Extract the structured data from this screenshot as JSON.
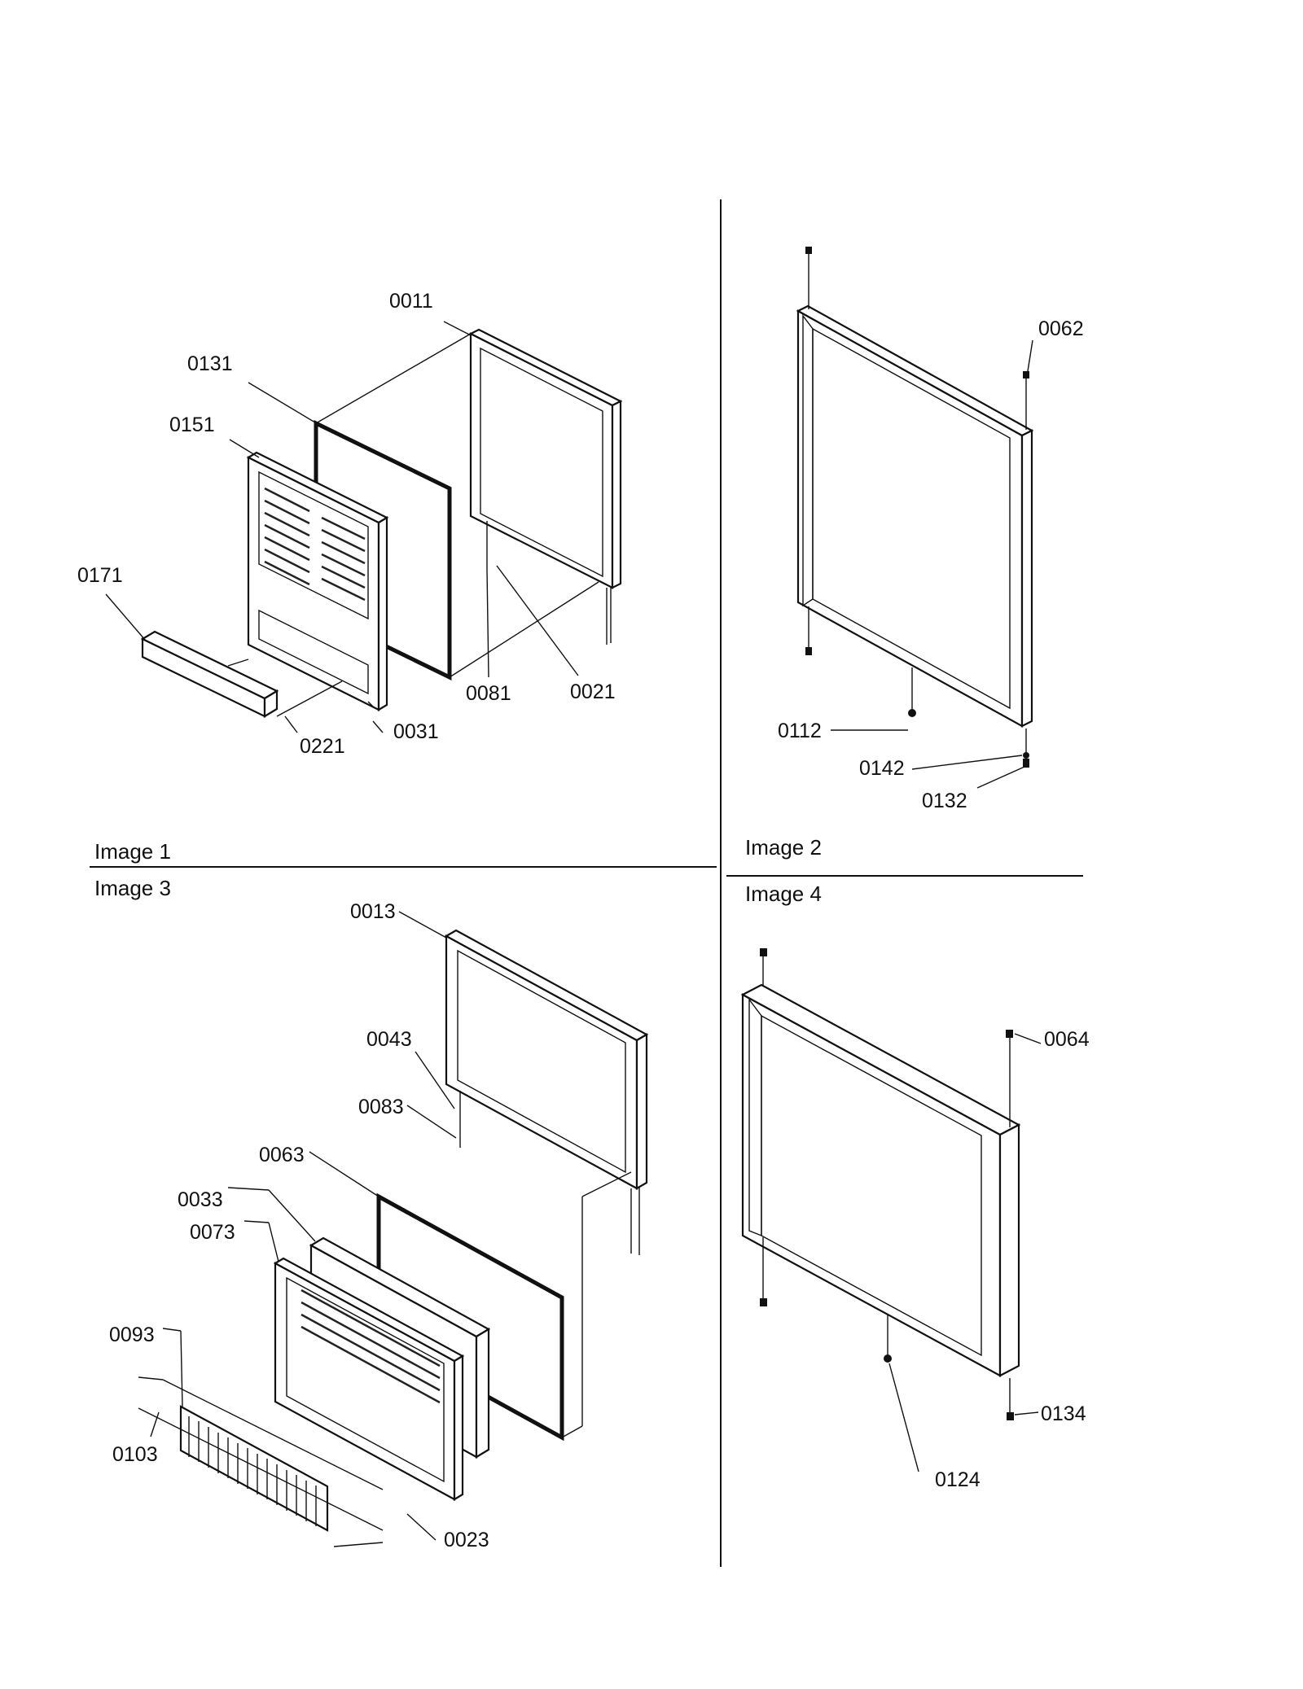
{
  "panels": [
    {
      "caption": "Image 1",
      "parts": [
        "0011",
        "0131",
        "0151",
        "0171",
        "0081",
        "0021",
        "0031",
        "0221"
      ]
    },
    {
      "caption": "Image 2",
      "parts": [
        "0062",
        "0112",
        "0142",
        "0132"
      ]
    },
    {
      "caption": "Image 3",
      "parts": [
        "0013",
        "0043",
        "0083",
        "0063",
        "0033",
        "0073",
        "0093",
        "0103",
        "0023"
      ]
    },
    {
      "caption": "Image 4",
      "parts": [
        "0064",
        "0134",
        "0124"
      ]
    }
  ]
}
